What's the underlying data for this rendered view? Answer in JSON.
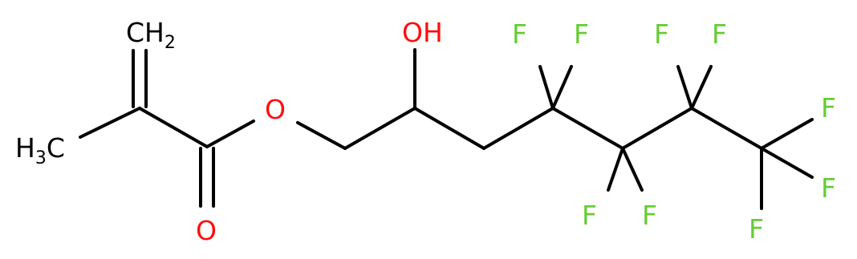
{
  "molecule": {
    "labels": {
      "ch2": {
        "main": "CH",
        "sub": "2"
      },
      "ch3": {
        "main": "H",
        "sub": "3",
        "tail": "C"
      },
      "ester_o": "O",
      "carbonyl_o": "O",
      "hydroxyl": "OH",
      "fluorines": [
        "F",
        "F",
        "F",
        "F",
        "F",
        "F",
        "F",
        "F",
        "F"
      ]
    },
    "colors": {
      "bond": "#000000",
      "carbon_label": "#000000",
      "oxygen": "#ff0d0d",
      "fluorine": "#66cc33",
      "background": "#ffffff"
    }
  }
}
